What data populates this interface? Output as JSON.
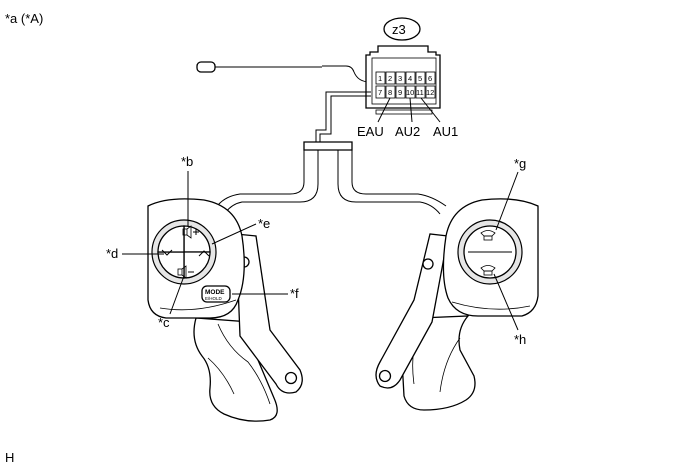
{
  "header": {
    "figure_label": "*a (*A)"
  },
  "connector": {
    "id": "z3",
    "pins_top": [
      "1",
      "2",
      "3",
      "4",
      "5",
      "6"
    ],
    "pins_bottom": [
      "7",
      "8",
      "9",
      "10",
      "11",
      "12"
    ],
    "terminals": [
      "EAU",
      "AU2",
      "AU1"
    ]
  },
  "callouts": {
    "b": "*b",
    "c": "*c",
    "d": "*d",
    "e": "*e",
    "f": "*f",
    "g": "*g",
    "h": "*h"
  },
  "left_switch": {
    "mode_label": "MODE",
    "mode_sub_label": "E/HOLD"
  },
  "footer": {
    "code": "H"
  },
  "colors": {
    "line": "#000000",
    "background": "#ffffff",
    "shade": "#e6e6e6"
  }
}
